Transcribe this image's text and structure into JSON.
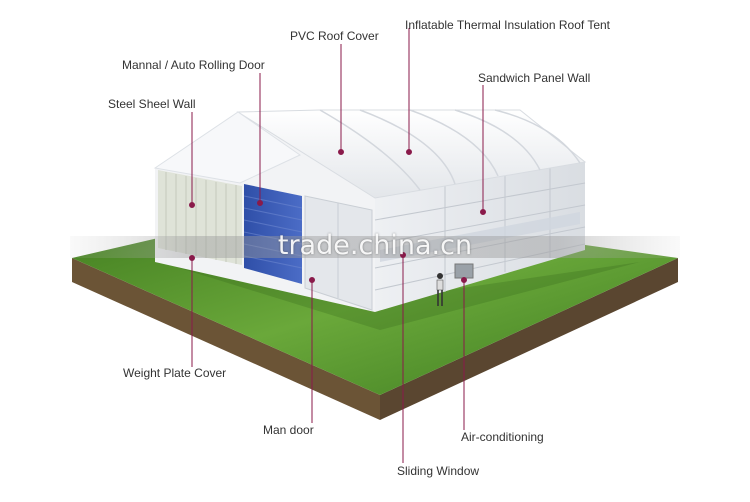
{
  "labels": {
    "pvc_roof": "PVC Roof Cover",
    "inflatable_roof": "Inflatable Thermal Insulation Roof Tent",
    "rolling_door": "Mannal / Auto Rolling Door",
    "sandwich_wall": "Sandwich Panel Wall",
    "steel_wall": "Steel Sheel Wall",
    "weight_plate": "Weight Plate Cover",
    "man_door": "Man door",
    "air_conditioning": "Air-conditioning",
    "sliding_window": "Sliding Window"
  },
  "watermark": "trade.china.cn",
  "colors": {
    "leader": "#8a1a4a",
    "grass": "#4f8f2a",
    "soil": "#6b5436",
    "roof": "#f4f5f7",
    "door_blue": "#3553b0",
    "wall": "#e9ebee"
  }
}
